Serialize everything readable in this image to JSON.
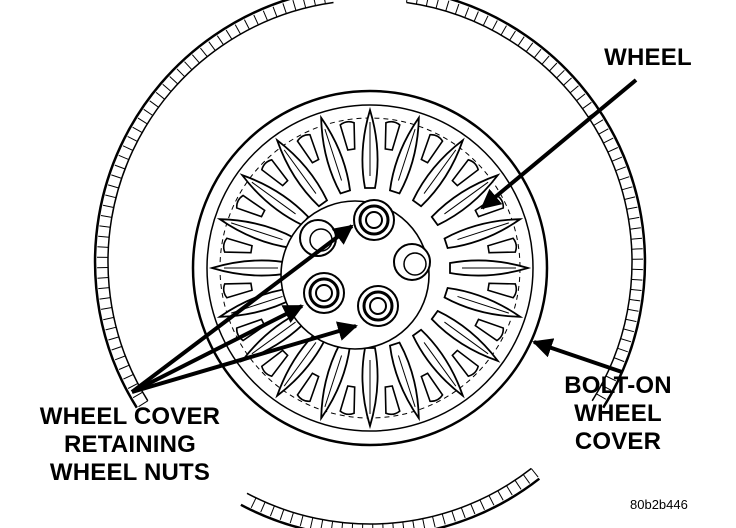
{
  "labels": {
    "wheel": "WHEEL",
    "bolt_on_cover": [
      "BOLT-ON",
      "WHEEL",
      "COVER"
    ],
    "retaining_nuts": [
      "WHEEL COVER",
      "RETAINING",
      "WHEEL NUTS"
    ]
  },
  "figure_id": "80b2b446",
  "colors": {
    "ink": "#000000",
    "paper": "#ffffff"
  }
}
